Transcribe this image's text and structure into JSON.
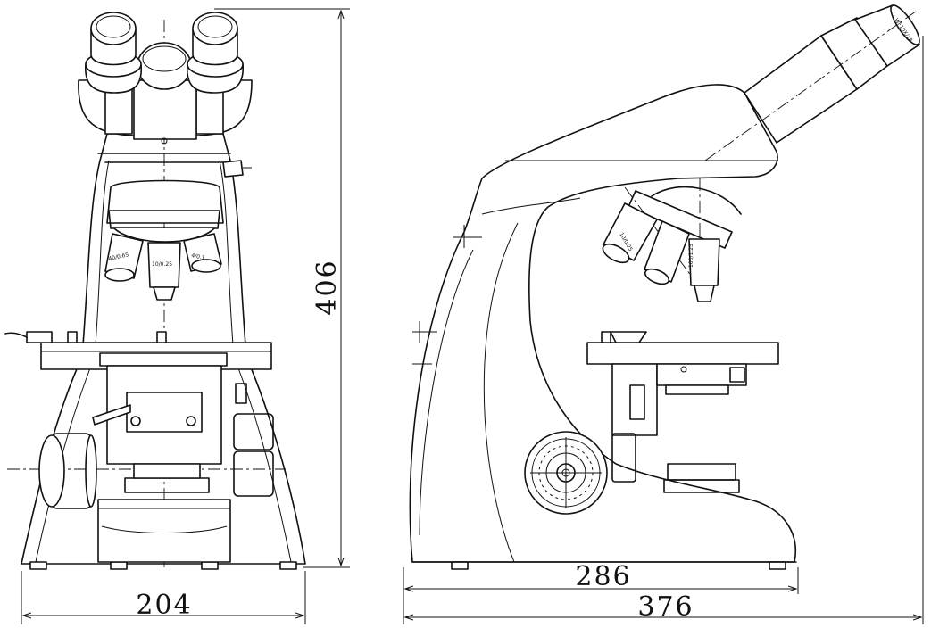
{
  "dimensions": {
    "front_width": "204",
    "height": "406",
    "side_base_depth": "286",
    "side_total_depth": "376"
  },
  "colors": {
    "ink": "#111111",
    "background": "#ffffff"
  }
}
